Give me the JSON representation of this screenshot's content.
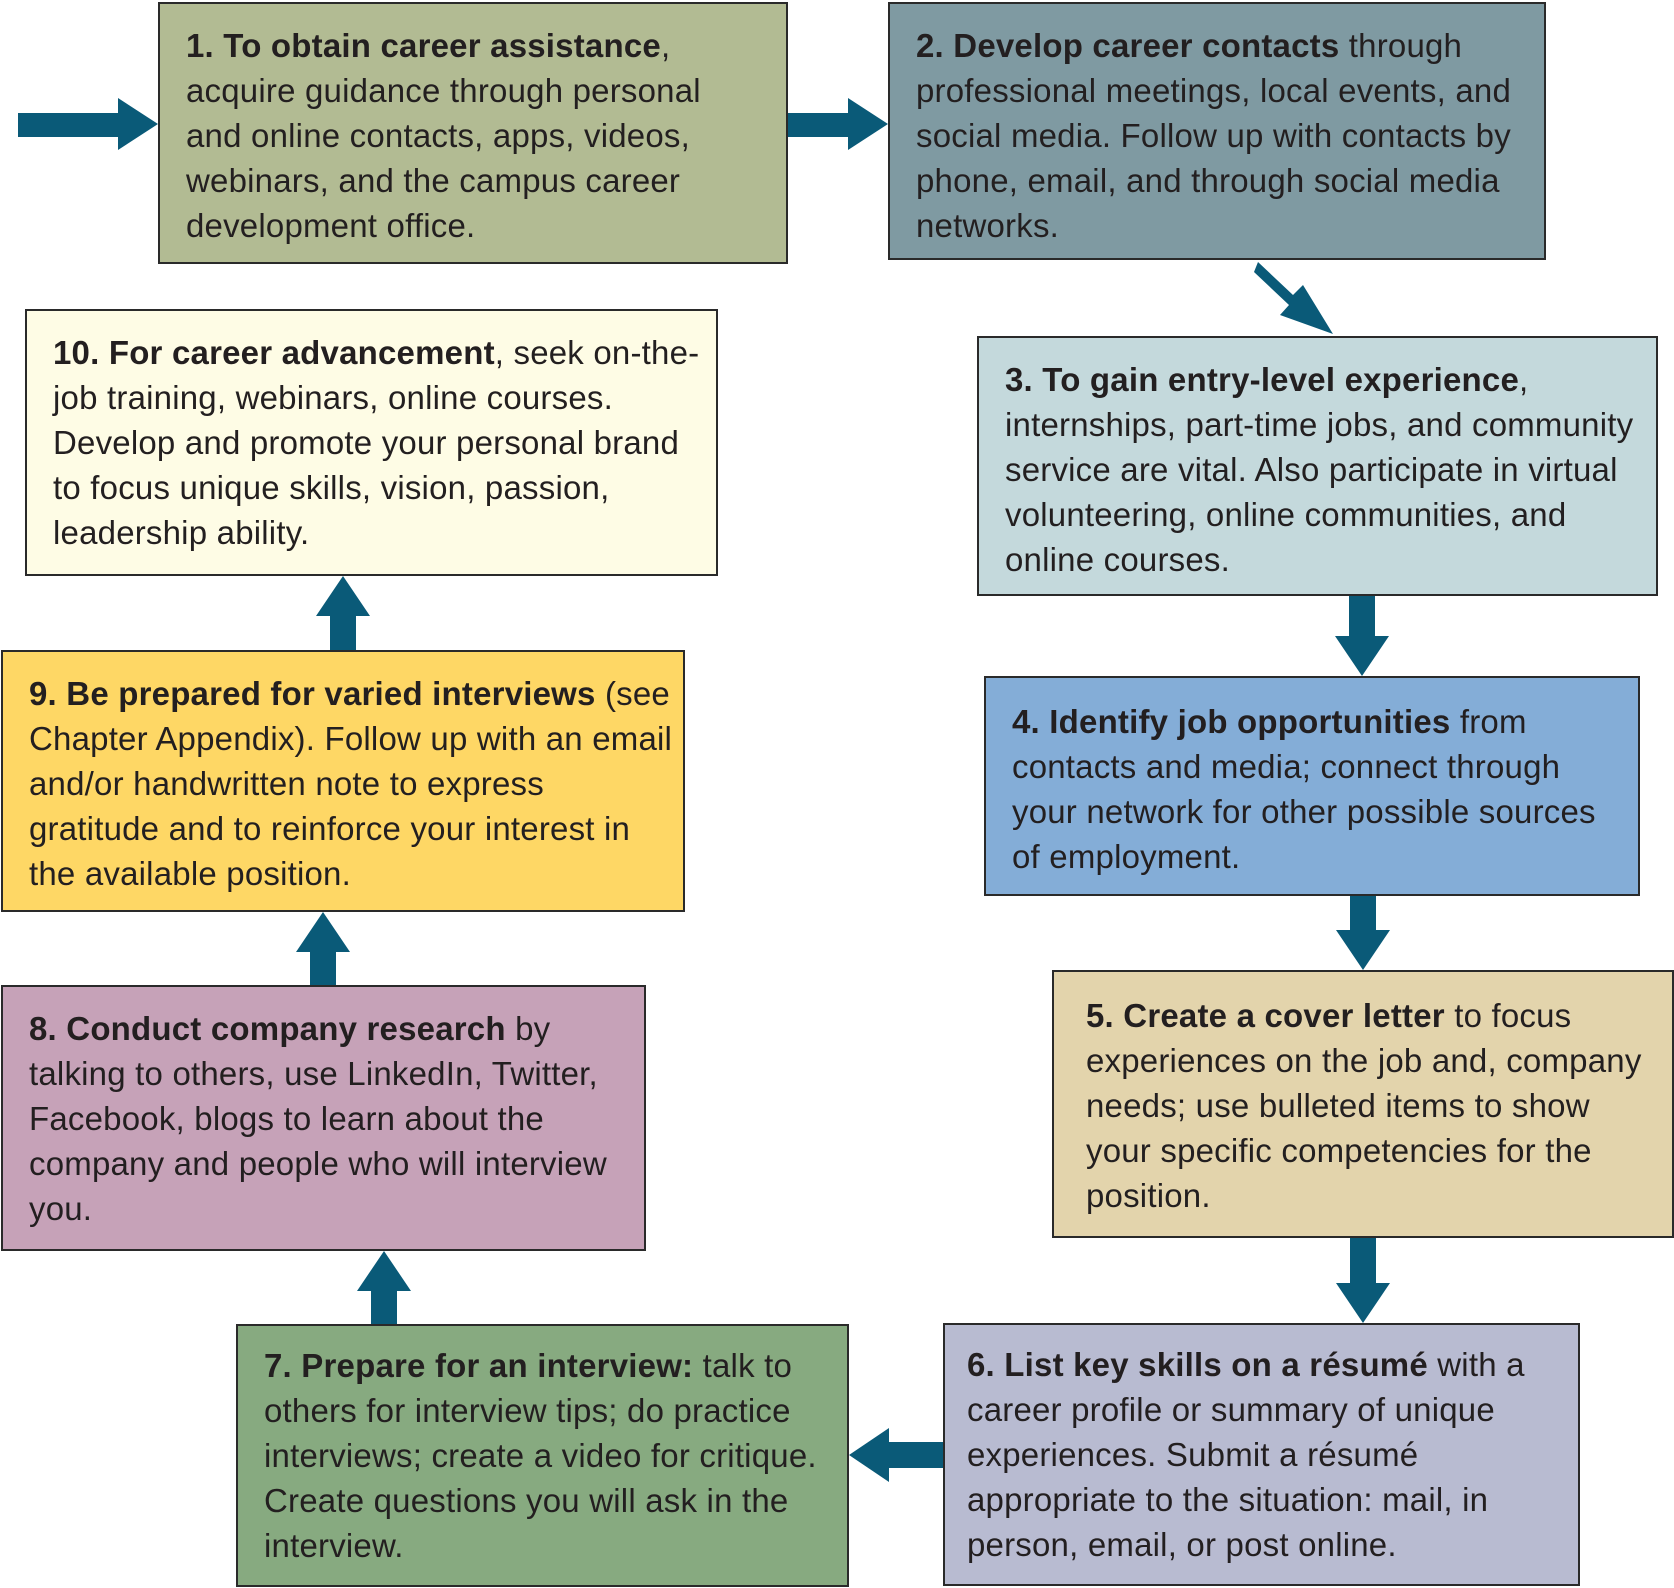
{
  "steps": [
    {
      "num": 1,
      "color": "#b2bb93",
      "lead": "1. To obtain career assistance",
      "rest": ", acquire guidance through personal and online contacts, apps, videos, webinars, and the campus career development office."
    },
    {
      "num": 2,
      "color": "#7f9aa2",
      "lead": "2. Develop career contacts",
      "rest": " through professional meetings, local events, and social media. Follow up with contacts by phone, email, and through social media networks."
    },
    {
      "num": 3,
      "color": "#c4d9dc",
      "lead": "3. To gain entry-level experience",
      "rest": ", internships, part-time jobs, and community service are vital. Also participate in virtual volunteering, online communities, and online courses."
    },
    {
      "num": 4,
      "color": "#84add7",
      "lead": "4. Identify job opportunities",
      "rest": " from contacts and media; connect through your network for other possible sources of employment."
    },
    {
      "num": 5,
      "color": "#e3d4ac",
      "lead": "5. Create a cover letter",
      "rest": " to focus experiences on the job and, company needs; use bulleted items to show your specific competencies for the position."
    },
    {
      "num": 6,
      "color": "#b8bbd1",
      "lead": "6. List key skills on a résumé",
      "rest": " with a career profile or summary of unique experiences. Submit a résumé appropriate to the situation: mail, in person, email, or post online."
    },
    {
      "num": 7,
      "color": "#87aa80",
      "lead": "7. Prepare for an interview:",
      "rest": " talk to others for interview tips; do practice interviews; create a video for critique. Create questions you will ask in the interview."
    },
    {
      "num": 8,
      "color": "#c6a2b8",
      "lead": "8. Conduct company research",
      "rest": " by talking to others, use LinkedIn, Twitter, Facebook, blogs to learn about the company and people who will interview you."
    },
    {
      "num": 9,
      "color": "#fed765",
      "lead": "9. Be prepared for varied interviews",
      "rest": " (see Chapter Appendix). Follow up with an email and/or handwritten note to express gratitude and to reinforce your interest in the available position."
    },
    {
      "num": 10,
      "color": "#fefce5",
      "lead": "10. For career advancement",
      "rest": ", seek on-the-job training, webinars, online courses. Develop and promote your personal brand to focus unique skills, vision, passion, leadership ability."
    }
  ],
  "arrow_color": "#0a5a78",
  "border_color": "#2a2a2a"
}
